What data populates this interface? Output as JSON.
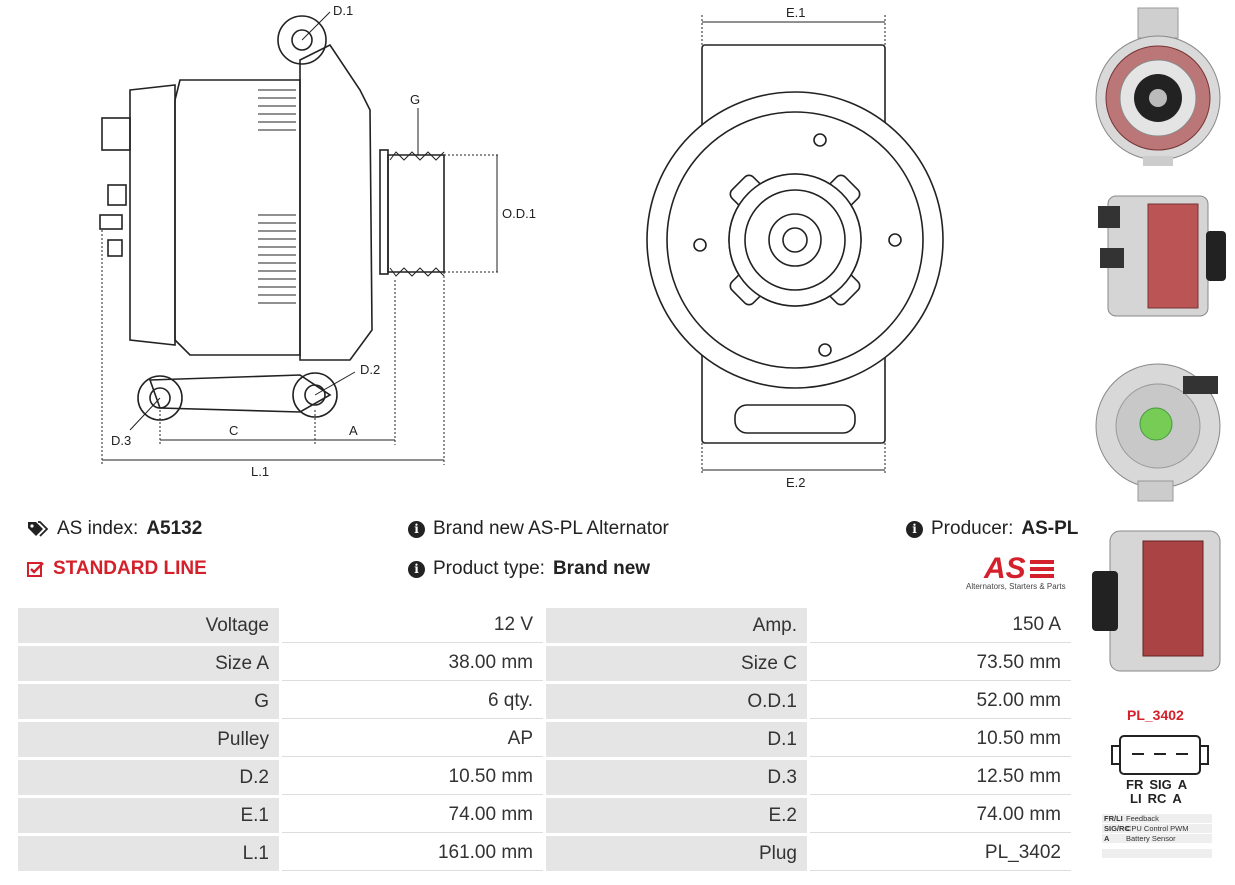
{
  "drawing_labels": {
    "d1": "D.1",
    "d2": "D.2",
    "d3": "D.3",
    "g": "G",
    "od1": "O.D.1",
    "c": "C",
    "a": "A",
    "l1": "L.1",
    "e1": "E.1",
    "e2": "E.2"
  },
  "info": {
    "as_index_label": "AS index:",
    "as_index_value": "A5132",
    "line": "STANDARD LINE",
    "description": "Brand new AS-PL Alternator",
    "product_type_label": "Product type:",
    "product_type_value": "Brand new",
    "producer_label": "Producer:",
    "producer_value": "AS-PL"
  },
  "logo": {
    "mark": "AS",
    "tagline": "Alternators, Starters & Parts"
  },
  "specs": [
    [
      "Voltage",
      "12 V",
      "Amp.",
      "150 A"
    ],
    [
      "Size A",
      "38.00 mm",
      "Size C",
      "73.50 mm"
    ],
    [
      "G",
      "6 qty.",
      "O.D.1",
      "52.00 mm"
    ],
    [
      "Pulley",
      "AP",
      "D.1",
      "10.50 mm"
    ],
    [
      "D.2",
      "10.50 mm",
      "D.3",
      "12.50 mm"
    ],
    [
      "E.1",
      "74.00 mm",
      "E.2",
      "74.00 mm"
    ],
    [
      "L.1",
      "161.00 mm",
      "Plug",
      "PL_3402"
    ]
  ],
  "plug": {
    "title": "PL_3402",
    "pins_top": [
      "FR",
      "SIG",
      "A"
    ],
    "pins_bottom": [
      "LI",
      "RC",
      "A"
    ],
    "legend": [
      [
        "FR/LI",
        "Feedback"
      ],
      [
        "SIG/RC",
        "CPU Control PWM"
      ],
      [
        "A",
        "Battery Sensor"
      ],
      [
        "",
        ""
      ]
    ]
  },
  "colors": {
    "accent": "#d4202a",
    "key_cell": "#e5e5e5"
  }
}
